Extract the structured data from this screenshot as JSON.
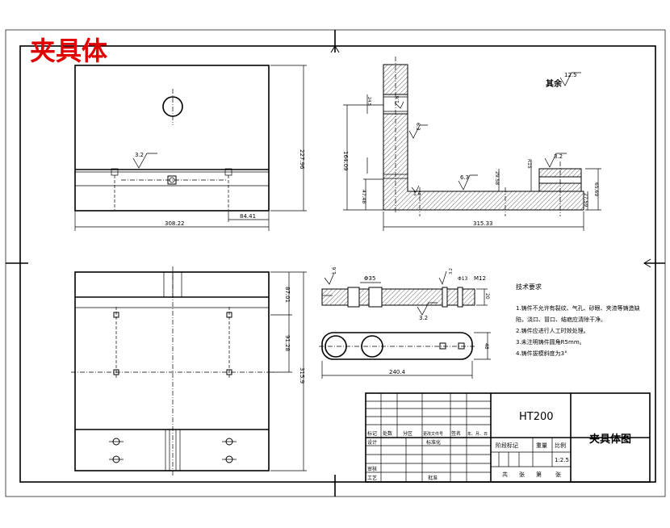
{
  "title_overlay": "夹具体",
  "dims": {
    "front_width": "308.22",
    "front_offset": "84.41",
    "front_height": "227.96",
    "side_width": "315.33",
    "side_height": "164.09",
    "side_small": "47.48",
    "side_slot": "29.58",
    "side_right": "65.69",
    "side_right_lower": "27.59",
    "side_label_a": "24.5",
    "bottom_top_gap": "87.01",
    "bottom_mid_gap": "91.28",
    "bottom_height": "315.9",
    "sec_len": "240.4",
    "sec_w": "48",
    "sec_h": "20",
    "sec_c1": "Φ35",
    "sec_thread": "M12",
    "sec_d": "Φ13",
    "ra_a": "3.2",
    "ra_b": "6.3",
    "ra_c": "6.3",
    "ra_d": "3.2",
    "ra_e": "1.6",
    "ra_f": "1.6",
    "ra_g": "12.5",
    "ra_h": "3.2",
    "ra_i": "1.6",
    "ra_j": "3.2",
    "qiyu": "其余"
  },
  "notes": {
    "heading": "技术要求",
    "items": [
      "1.铸件不允许有裂纹、气孔、砂眼、夹渣等铸造缺",
      "陷，浇口、冒口、结疤应清除干净。",
      "2.铸件应进行人工时效处理。",
      "3.未注明铸件圆角R5mm。",
      "4.铸件拔模斜度为3°"
    ]
  },
  "title_block": {
    "material": "HT200",
    "drawing_name": "夹具体图",
    "h1": "标记",
    "h2": "处数",
    "h3": "分区",
    "h4": "更改文件号",
    "h5": "签名",
    "h6": "年、月、日",
    "design": "设计",
    "standard": "标准化",
    "check": "审核",
    "process": "工艺",
    "approve": "批准",
    "stage": "阶段标记",
    "weight": "重量",
    "scale": "比例",
    "scale_val": "1:2.5",
    "sheet_total": "共",
    "sheet": "张",
    "sheet_no": "第"
  }
}
